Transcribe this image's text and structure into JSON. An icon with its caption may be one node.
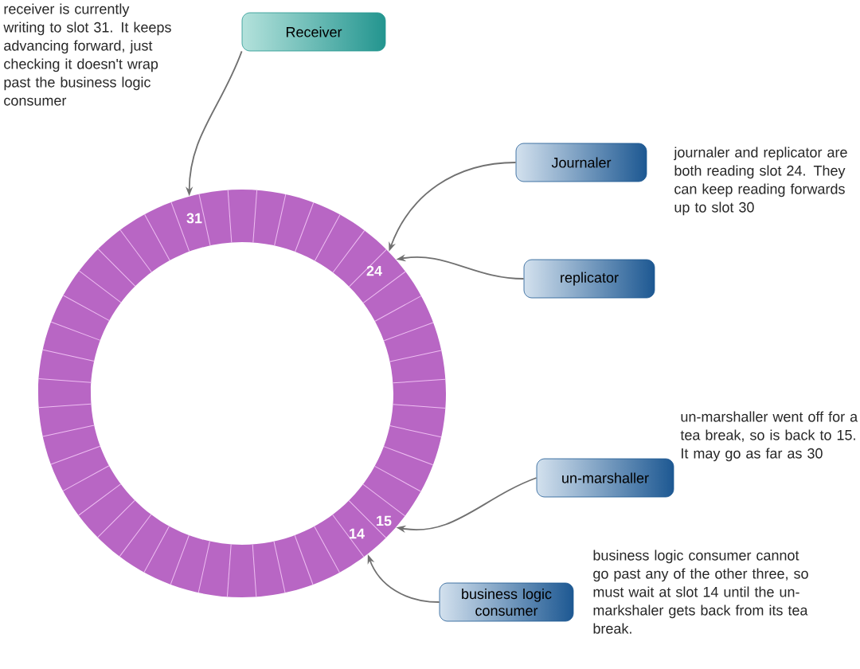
{
  "diagram": {
    "nodes": [
      {
        "text": [
          "31",
          "24",
          "15",
          "14"
        ]
      },
      {
        "text": [
          "Receiver"
        ]
      },
      {
        "text": [
          "Journaler"
        ]
      },
      {
        "text": [
          "replicator"
        ]
      },
      {
        "text": [
          "un-marshaller"
        ]
      },
      {
        "text": [
          "business logic consumer"
        ]
      }
    ],
    "edges": [
      {
        "from": 1,
        "to": 0,
        "arrow": "to"
      },
      {
        "from": 2,
        "to": 0,
        "arrow": "to"
      },
      {
        "from": 3,
        "to": 0,
        "arrow": "to"
      },
      {
        "from": 4,
        "to": 0,
        "arrow": "to"
      },
      {
        "from": 5,
        "to": 0,
        "arrow": "to"
      }
    ],
    "labels": [
      "receiver is currently writing to slot 31. It keeps advancing forward, just checking it doesn't wrap past the business logic consumer",
      "journaler and replicator are both reading slot 24. They can keep reading forwards up to slot 30",
      "un-marshaller went off for a tea break, so is back to 15. It may go as far as 30",
      "business logic consumer cannot go past any of the other three, so must wait at slot 14 until the un-markshaler gets back from its tea break."
    ]
  }
}
